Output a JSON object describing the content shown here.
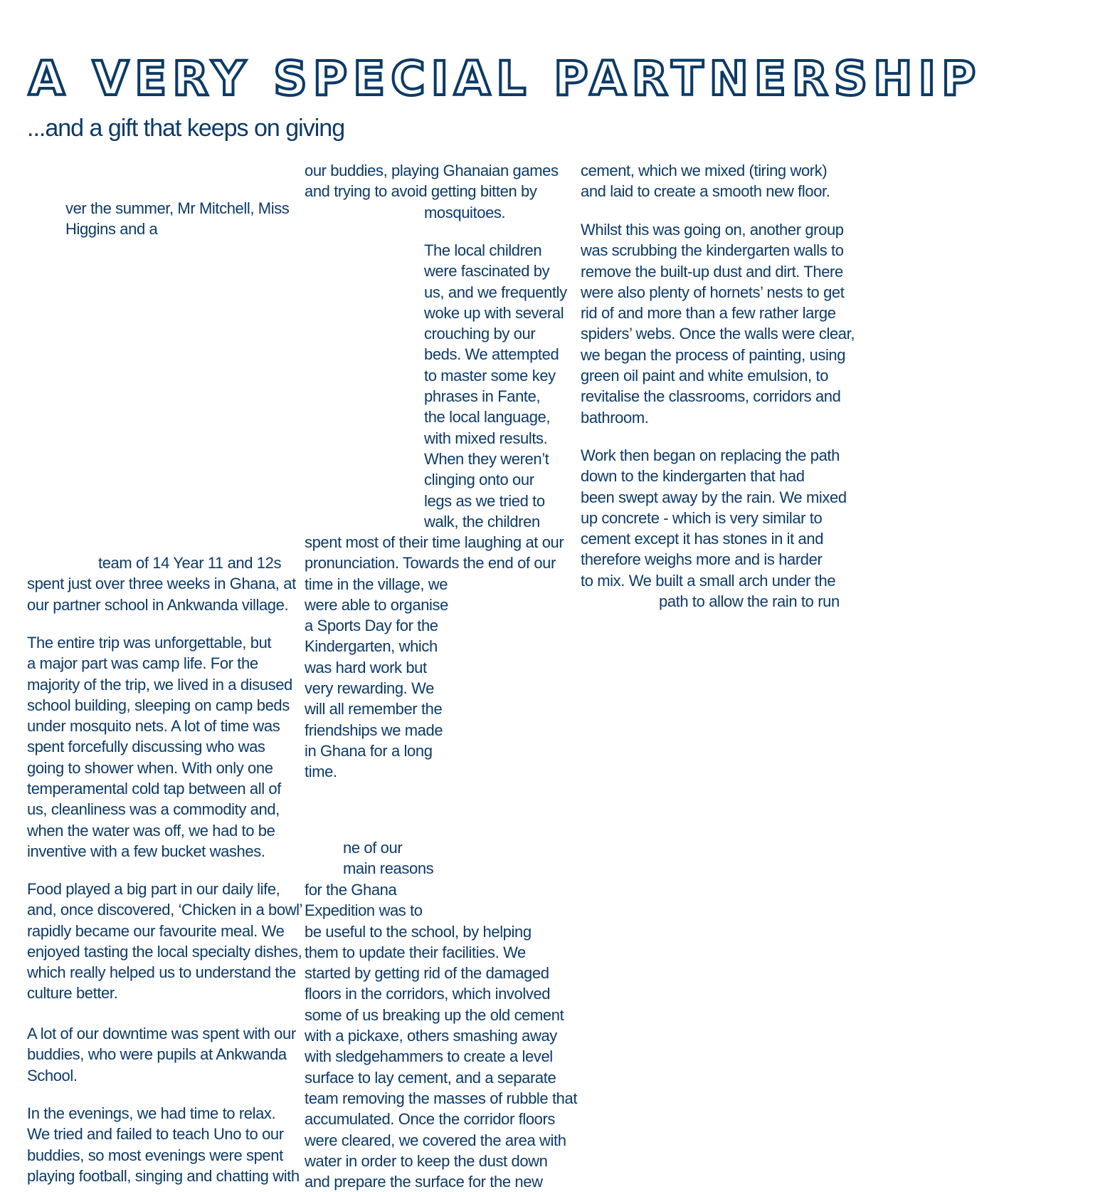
{
  "header": {
    "title": "A VERY SPECIAL PARTNERSHIP",
    "subtitle": "...and a gift that keeps on giving"
  },
  "column1": {
    "intro": [
      "ver the summer, Mr Mitchell, Miss",
      "Higgins and a"
    ],
    "intro_cont": [
      "team of 14 Year 11 and 12s",
      "spent just over three weeks in Ghana, at",
      "our partner school in Ankwanda village."
    ],
    "para_trip": [
      "The entire trip was unforgettable, but",
      "a major part was camp life. For the",
      "majority of the trip, we lived in a disused",
      "school building, sleeping on camp beds",
      "under mosquito nets. A lot of time was",
      "spent forcefully discussing who was",
      "going to shower when. With only one",
      "temperamental cold tap between all of",
      "us, cleanliness was a commodity and,",
      "when the water was off, we had to be",
      "inventive with a few bucket washes."
    ],
    "para_food": [
      "Food played a big part in our daily life,",
      "and, once discovered, ‘Chicken in a bowl’",
      "rapidly became our favourite meal. We",
      "enjoyed tasting the local specialty dishes,",
      "which really helped us to understand the",
      "culture better."
    ],
    "para_downtime": [
      "A lot of our downtime was spent with our",
      "buddies, who were pupils at Ankwanda",
      "School."
    ],
    "para_evenings": [
      "In the evenings, we had time to relax.",
      "We tried and failed to teach Uno to our",
      "buddies, so most evenings were spent",
      "playing football, singing and chatting with"
    ]
  },
  "column2": {
    "cont_top": [
      "our buddies, playing Ghanaian games",
      "and trying to avoid getting bitten by"
    ],
    "cont_top_ind": [
      "mosquitoes."
    ],
    "para_children_ind": [
      "The local children",
      "were fascinated by",
      "us, and we frequently",
      "woke up with several",
      "crouching by our",
      "beds. We attempted",
      "to master some key",
      "phrases in Fante,",
      "the local language,",
      "with mixed results.",
      "When they weren’t",
      "clinging onto our",
      "legs as we tried to",
      "walk, the children"
    ],
    "para_children": [
      "spent most of their time laughing at our",
      "pronunciation. Towards the end of our",
      "time in the village, we",
      "were able to organise",
      "a Sports Day for the",
      "Kindergarten, which",
      "was hard work but",
      "very rewarding. We",
      "will all remember the",
      "friendships we made",
      "in Ghana for a long",
      "time."
    ],
    "para_reasons_ind": [
      "ne of our",
      "main reasons"
    ],
    "para_reasons": [
      "for the Ghana",
      "Expedition was to",
      "be useful to the school, by helping",
      "them to update their facilities. We",
      "started by getting rid of the damaged",
      "floors in the corridors, which involved",
      "some of us breaking up the old cement",
      "with a pickaxe, others smashing away",
      "with sledgehammers to create a level",
      "surface to lay cement, and a separate",
      "team removing the masses of rubble that",
      "accumulated. Once the corridor floors",
      "were cleared, we covered the area with",
      "water in order to keep the dust down",
      "and prepare the surface for the new"
    ]
  },
  "column3": {
    "cont_top": [
      "cement, which we mixed (tiring work)",
      "and laid to create a smooth new floor."
    ],
    "para_walls": [
      "Whilst this was going on, another group",
      "was scrubbing the kindergarten walls to",
      "remove the built-up dust and dirt. There",
      "were also plenty of hornets’ nests to get",
      "rid of and more than a few rather large",
      "spiders’ webs. Once the walls were clear,",
      "we began the process of painting, using",
      "green oil paint and white emulsion, to",
      "revitalise the classrooms, corridors and",
      "bathroom."
    ],
    "para_path": [
      "Work then began on replacing the path",
      "down to the kindergarten that had",
      "been swept away by the rain. We mixed",
      "up concrete - which is very similar to",
      "cement except it has stones in it and",
      "therefore weighs more and is harder",
      "to mix. We built a small arch under the"
    ],
    "para_path_ind": [
      "path to allow the rain to run"
    ]
  }
}
